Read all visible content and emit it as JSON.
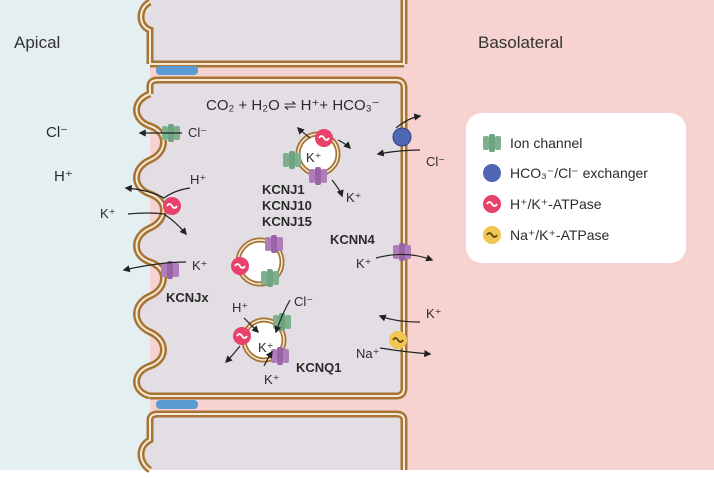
{
  "regions": {
    "apical": "Apical",
    "basolateral": "Basolateral"
  },
  "equation": {
    "left": "CO₂ + H₂O ⇌ H⁺+ HCO₃⁻"
  },
  "apical_ions": {
    "cl": "Cl⁻",
    "h": "H⁺"
  },
  "labels": {
    "cl_channel": "Cl⁻",
    "h_pump": "H⁺",
    "k_pump": "K⁺",
    "k_kcnjx": "K⁺",
    "kcnjx": "KCNJx",
    "vesicle1_k_in": "K⁺",
    "vesicle1_k_out": "K⁺",
    "kcnj_list": [
      "KCNJ1",
      "KCNJ10",
      "KCNJ15"
    ],
    "exchanger_cl": "Cl⁻",
    "kcnn4": "KCNN4",
    "kcnn4_k": "K⁺",
    "nak_k": "K⁺",
    "nak_na": "Na⁺",
    "v3_h": "H⁺",
    "v3_cl": "Cl⁻",
    "v3_k_in": "K⁺",
    "v3_k_out": "K⁺",
    "kcnq1": "KCNQ1"
  },
  "legend": {
    "items": [
      {
        "icon": "ion-channel-icon",
        "label": "Ion channel"
      },
      {
        "icon": "exchanger-icon",
        "label": "HCO₃⁻/Cl⁻ exchanger"
      },
      {
        "icon": "hk-atpase-icon",
        "label": "H⁺/K⁺-ATPase"
      },
      {
        "icon": "nak-atpase-icon",
        "label": "Na⁺/K⁺-ATPase"
      }
    ]
  },
  "colors": {
    "apical_bg": "#e4eff2",
    "basolateral_bg": "#f6d3d1",
    "cytoplasm": "#e2dee3",
    "membrane": "#a87434",
    "tight_junction": "#5a9bd2",
    "channel_green": "#7fb08e",
    "channel_purple": "#a66fb0",
    "hk_atpase": "#e8416a",
    "exchanger": "#4f67b5",
    "nak_atpase": "#f3c653"
  }
}
